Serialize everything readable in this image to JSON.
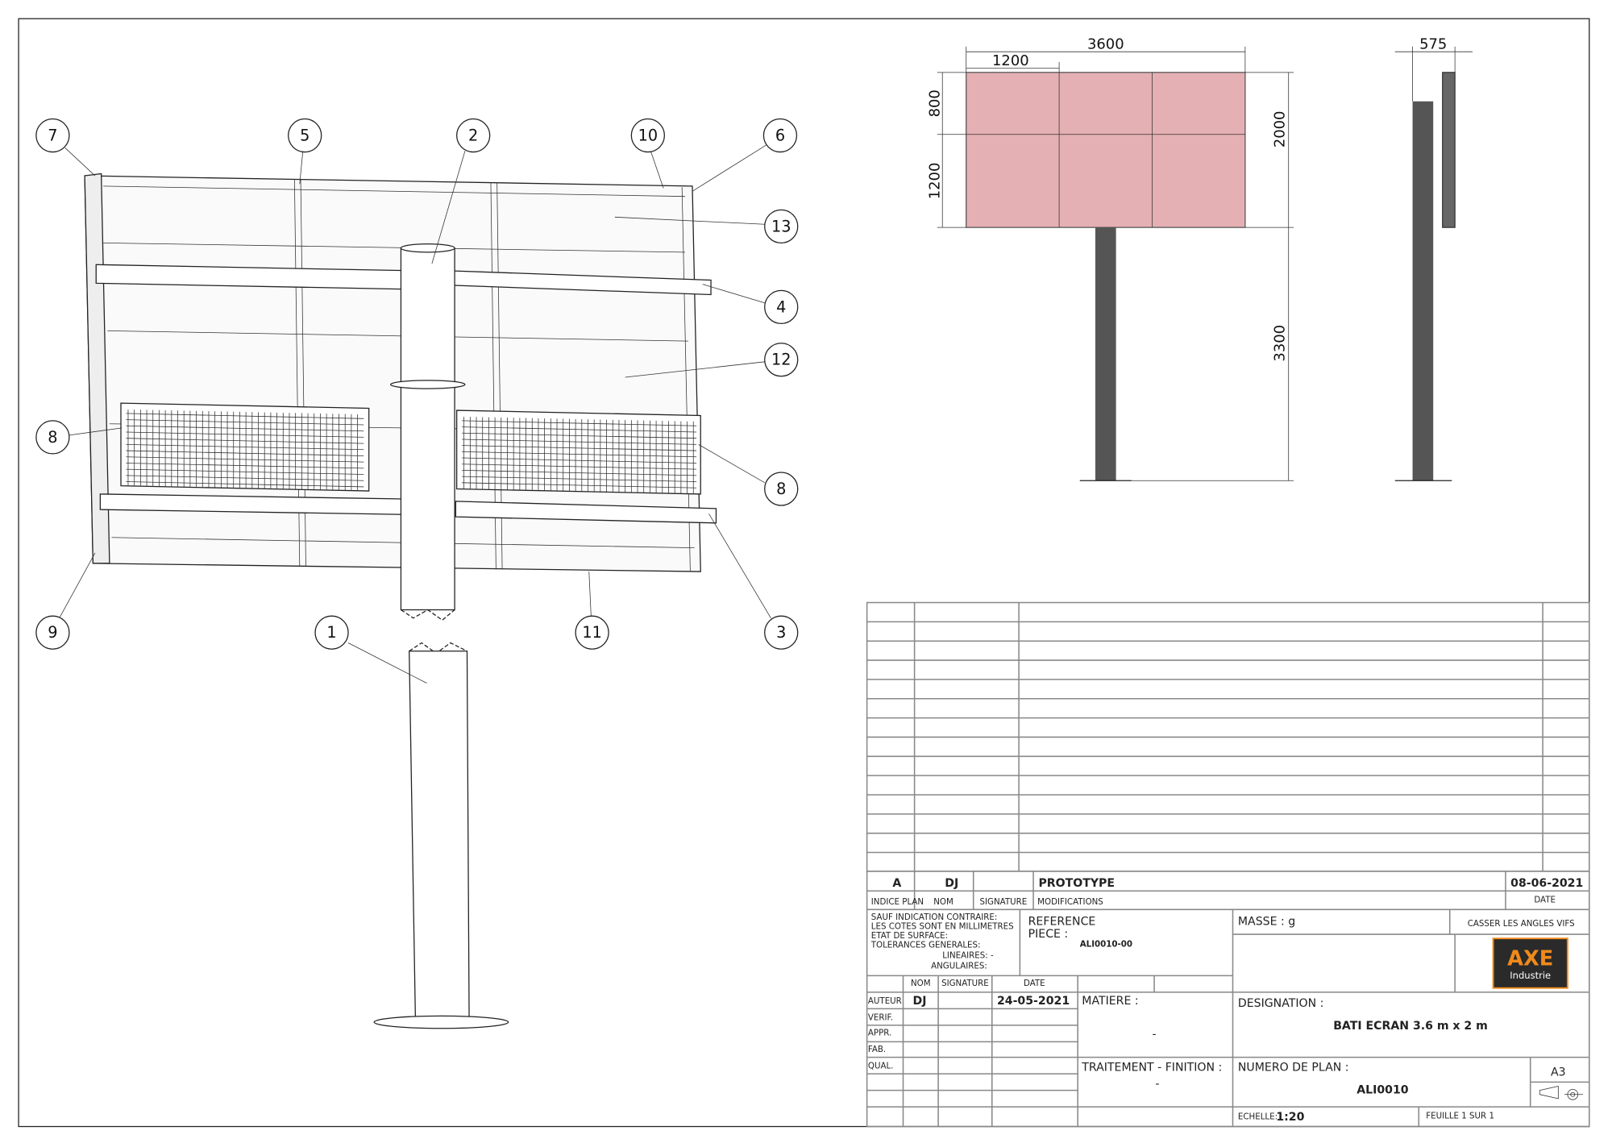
{
  "balloons": [
    "7",
    "5",
    "2",
    "10",
    "6",
    "13",
    "4",
    "12",
    "8",
    "8",
    "9",
    "1",
    "11",
    "3"
  ],
  "dimensions": {
    "width_total": "3600",
    "width_module": "1200",
    "height_top": "800",
    "height_bottom": "1200",
    "height_panel": "2000",
    "height_pole": "3300",
    "depth": "575"
  },
  "title_block": {
    "revision": {
      "indice": "A",
      "nom": "DJ",
      "modification": "PROTOTYPE",
      "date": "08-06-2021"
    },
    "rev_headers": {
      "indice": "INDICE PLAN",
      "nom": "NOM",
      "signature": "SIGNATURE",
      "modifications": "MODIFICATIONS",
      "date": "DATE"
    },
    "notes": [
      "SAUF INDICATION CONTRAIRE:",
      "LES COTES SONT EN MILLIMETRES",
      "ETAT DE SURFACE:",
      "TOLERANCES GENERALES:",
      "LINEAIRES: -",
      "ANGULAIRES:"
    ],
    "reference_label_1": "REFERENCE",
    "reference_label_2": "PIECE :",
    "reference_value": "ALI0010-00",
    "masse": "MASSE : g",
    "casser": "CASSER LES ANGLES VIFS",
    "logo": {
      "main": "AXE",
      "sub": "Industrie"
    },
    "sig_headers": {
      "nom": "NOM",
      "signature": "SIGNATURE",
      "date": "DATE"
    },
    "roles": [
      "AUTEUR",
      "VERIF.",
      "APPR.",
      "FAB.",
      "QUAL."
    ],
    "auteur": {
      "nom": "DJ",
      "date": "24-05-2021"
    },
    "matiere_label": "MATIERE :",
    "matiere_value": "-",
    "traitement_label": "TRAITEMENT - FINITION :",
    "traitement_value": "-",
    "designation_label": "DESIGNATION :",
    "designation_value": "BATI ECRAN 3.6 m x 2 m",
    "numero_label": "NUMERO DE PLAN :",
    "numero_value": "ALI0010",
    "format": "A3",
    "echelle_label": "ECHELLE:",
    "echelle_value": "1:20",
    "feuille": "FEUILLE 1 SUR 1"
  },
  "colors": {
    "panel": "#e5b0b3",
    "pole": "#555555",
    "logo_bg": "#2a2a2a",
    "logo_fg": "#f08a1c"
  }
}
